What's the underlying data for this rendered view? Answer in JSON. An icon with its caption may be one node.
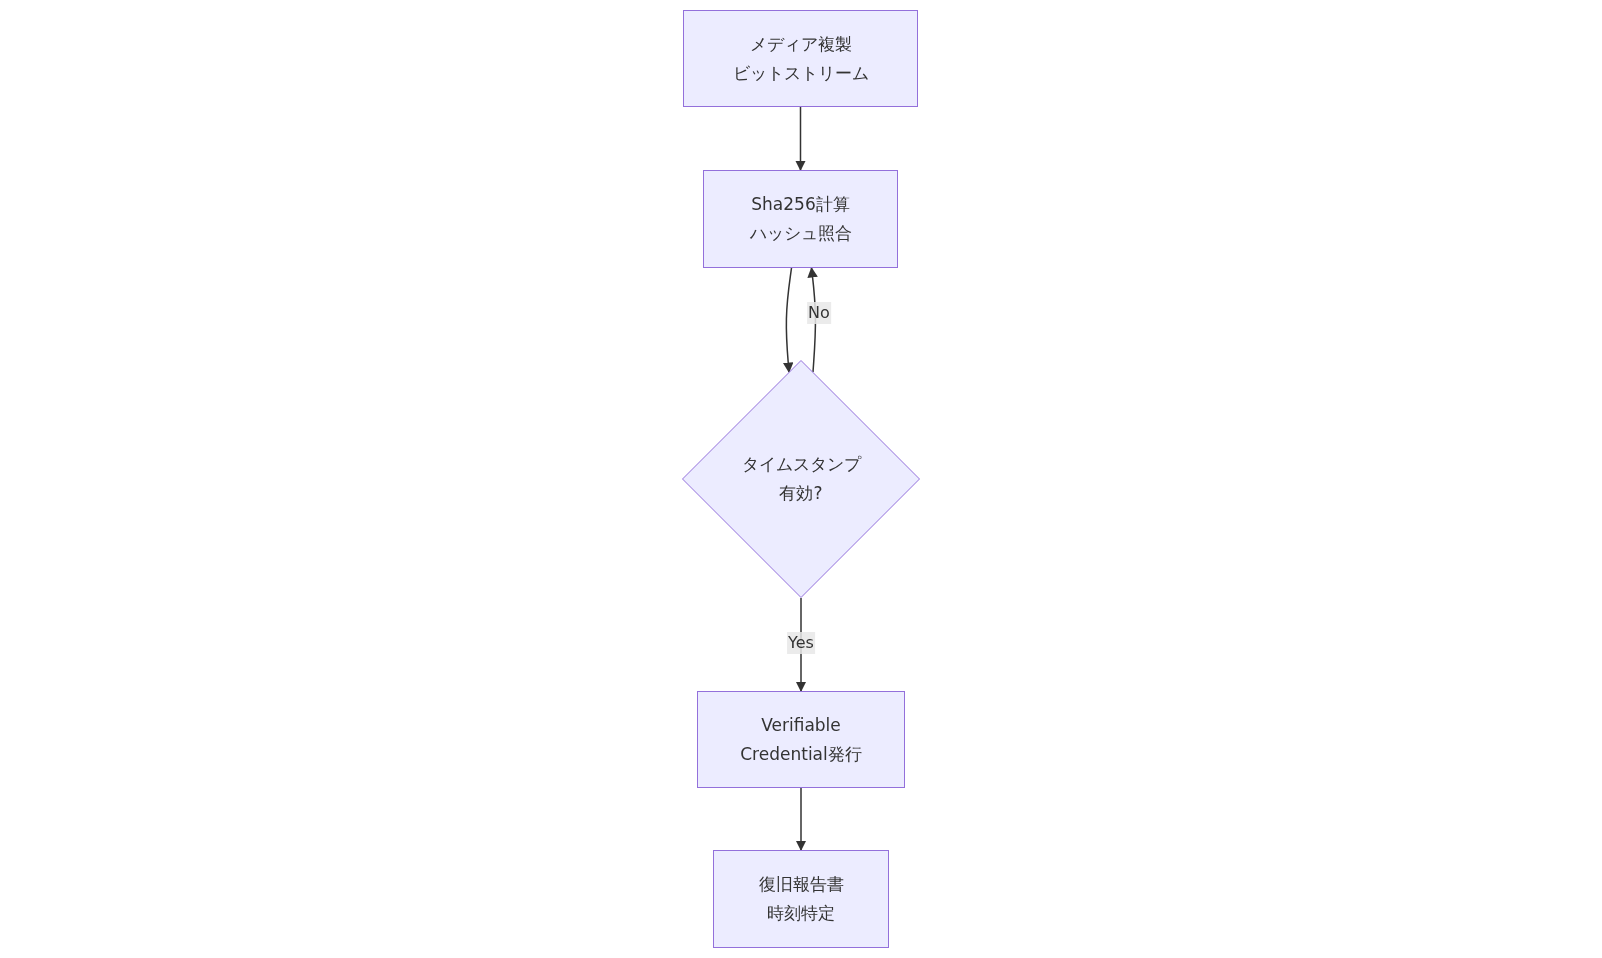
{
  "diagram": {
    "nodes": [
      {
        "text": [
          "メディア複製",
          "ビットストリーム"
        ]
      },
      {
        "text": [
          "Sha256計算",
          "ハッシュ照合"
        ]
      },
      {
        "text": [
          "タイムスタンプ",
          "有効?"
        ]
      },
      {
        "text": [
          "Verifiable Credential発行"
        ]
      },
      {
        "text": [
          "復旧報告書",
          "時刻特定"
        ]
      }
    ],
    "edges": [
      {
        "from": 0,
        "to": 1,
        "arrow": "to"
      },
      {
        "from": 1,
        "to": 2,
        "arrow": "to"
      },
      {
        "from": 2,
        "to": 1,
        "arrow": "to",
        "label": "No"
      },
      {
        "from": 2,
        "to": 3,
        "arrow": "to",
        "label": "Yes"
      },
      {
        "from": 3,
        "to": 4,
        "arrow": "to"
      }
    ]
  }
}
